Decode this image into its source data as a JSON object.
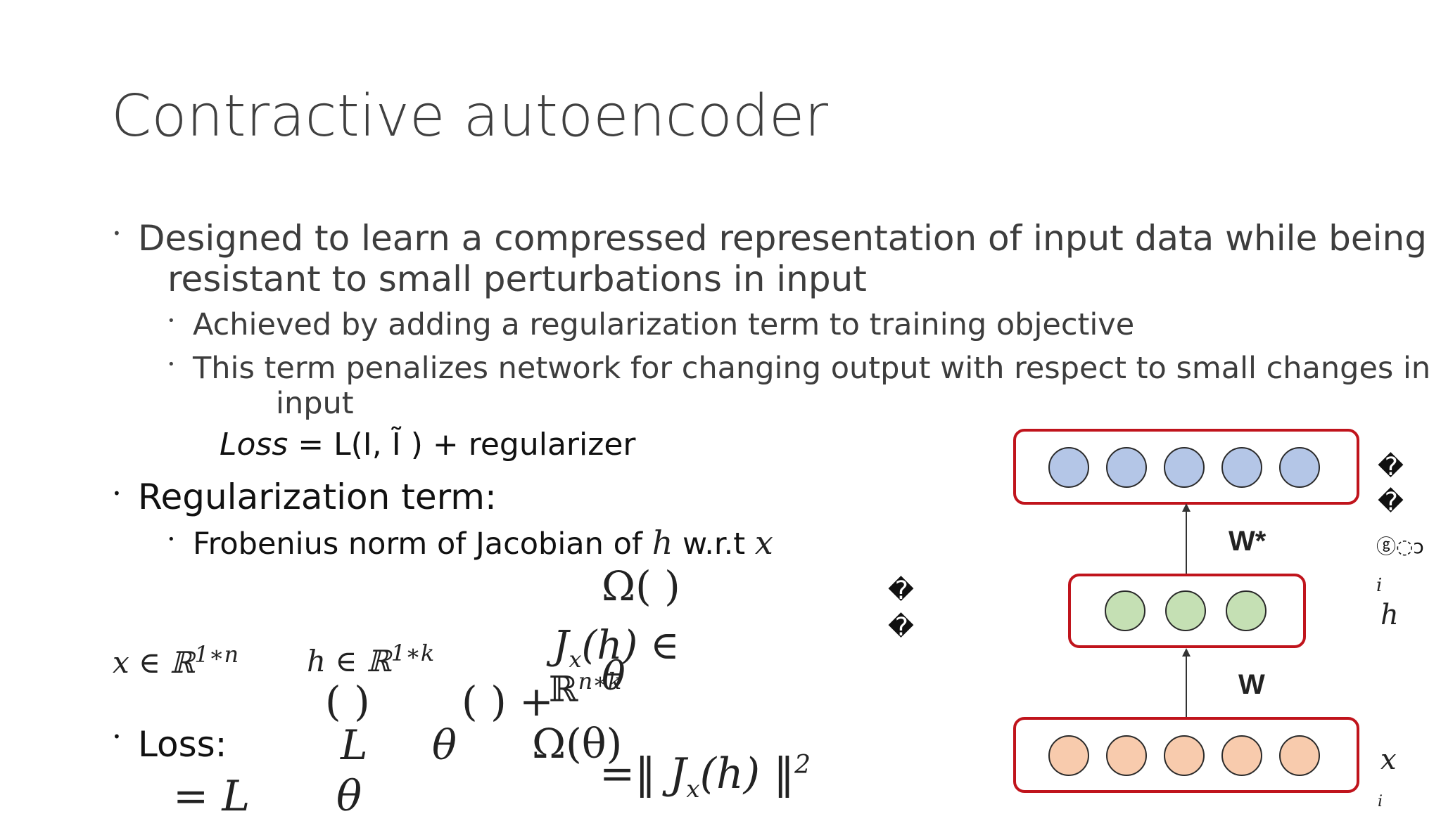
{
  "title": "Contractive autoencoder",
  "bullets": {
    "b1_line1": "Designed to learn a compressed representation of input data while being",
    "b1_line2": "resistant to small perturbations in input",
    "b1_sub1": "Achieved by adding a regularization term to training objective",
    "b1_sub2_line1": "This term penalizes network for changing output with respect to small changes in",
    "b1_sub2_line2": "input",
    "loss_eq_italic": "Loss",
    "loss_eq_rest": " = L(I, Ĩ ) + regularizer",
    "b2": "Regularization term:",
    "b2_sub1_prefix": "Frobenius norm of Jacobian of ",
    "b2_sub1_h": "h",
    "b2_sub1_mid": " w.r.t ",
    "b2_sub1_x": "x",
    "b3": "Loss:"
  },
  "math": {
    "omega_paren": "Ω(  )",
    "x_in": "x ∈ ℝ",
    "x_sup": "1∗n",
    "h_in": "h ∈ ℝ",
    "h_sup": "1∗k",
    "jx_h_in": "J",
    "jx_sub": "x",
    "jx_rest": "(h) ∈",
    "theta1": "θ",
    "r_nk": "ℝ",
    "r_nk_sup": "n∗k",
    "paren1": "(  )",
    "paren2": "(  ) +",
    "L_glyph": "L",
    "theta2": "θ",
    "omega_theta": "Ω(θ)",
    "eq_norm": "=‖  J",
    "eq_norm_sub": "x",
    "eq_norm_rest": "(h)  ‖",
    "eq_norm_sup": "2",
    "eq_L": "=  L",
    "theta3": "θ"
  },
  "diagram": {
    "w_star": "W*",
    "w": "W",
    "output_nodes": 5,
    "hidden_nodes": 3,
    "input_nodes": 5,
    "colors": {
      "border": "#c0141c",
      "output": "#b4c6e7",
      "hidden": "#c5e0b4",
      "input": "#f8cbad"
    },
    "label_h": "h",
    "label_x": "x",
    "label_i1": "i",
    "label_i2": "i",
    "glyph_q1": "�",
    "glyph_q2": "�",
    "glyph_q3": "�",
    "glyph_q4": "�",
    "glyph_misc": "ⓖ◌ↄ"
  }
}
